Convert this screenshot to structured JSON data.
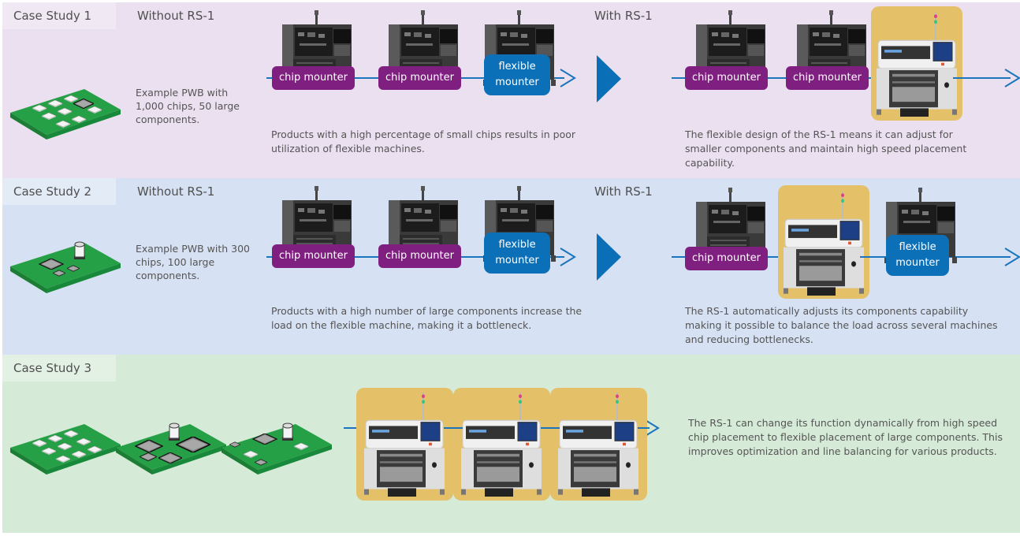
{
  "colors": {
    "case1_bg": "#ebe0f0",
    "case2_bg": "#d6e1f3",
    "case3_bg": "#d5ead7",
    "chip_mounter_tag": "#7f1f80",
    "flexible_mounter_tag": "#0c70b9",
    "rs1_highlight": "#e4c068",
    "flow_line": "#1a75bc",
    "pcb_green": "#1e9a3c"
  },
  "case_studies": [
    {
      "label": "Case Study 1",
      "without_heading": "Without RS-1",
      "with_heading": "With RS-1",
      "pwb_description": "Example PWB with 1,000 chips, 50 large components.",
      "without_line": [
        {
          "type": "chip",
          "label": "chip mounter"
        },
        {
          "type": "chip",
          "label": "chip mounter"
        },
        {
          "type": "flex",
          "label_line1": "flexible",
          "label_line2": "mounter"
        }
      ],
      "without_description": "Products with a high percentage of small chips results in poor utilization of flexible machines.",
      "with_line": [
        {
          "type": "chip",
          "label": "chip mounter"
        },
        {
          "type": "chip",
          "label": "chip mounter"
        },
        {
          "type": "rs1"
        }
      ],
      "with_description": "The flexible design of the RS-1 means it can adjust for smaller components and maintain high speed placement capability."
    },
    {
      "label": "Case Study 2",
      "without_heading": "Without RS-1",
      "with_heading": "With RS-1",
      "pwb_description": "Example PWB with 300 chips, 100 large components.",
      "without_line": [
        {
          "type": "chip",
          "label": "chip mounter"
        },
        {
          "type": "chip",
          "label": "chip mounter"
        },
        {
          "type": "flex",
          "label_line1": "flexible",
          "label_line2": "mounter"
        }
      ],
      "without_description": "Products with a high number of large components increase the load on the flexible machine, making it a bottleneck.",
      "with_line": [
        {
          "type": "chip",
          "label": "chip mounter"
        },
        {
          "type": "rs1"
        },
        {
          "type": "flex",
          "label_line1": "flexible",
          "label_line2": "mounter"
        }
      ],
      "with_description": "The RS-1 automatically adjusts its components capability making it possible to balance the load across several machines and reducing bottlenecks."
    },
    {
      "label": "Case Study 3",
      "line": [
        {
          "type": "rs1"
        },
        {
          "type": "rs1"
        },
        {
          "type": "rs1"
        }
      ],
      "description": "The RS-1 can change its function dynamically from high speed chip placement to flexible placement of large components. This improves optimization and line balancing for various products."
    }
  ]
}
